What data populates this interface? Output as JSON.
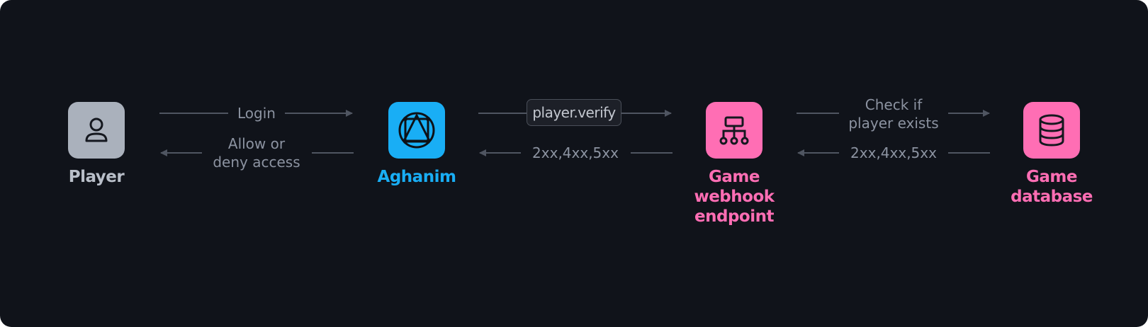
{
  "nodes": {
    "player": {
      "label": "Player",
      "icon": "person-icon",
      "color": "#aab1bc",
      "label_color": "#b9bfc9"
    },
    "aghanim": {
      "label": "Aghanim",
      "icon": "aghanim-logo-icon",
      "color": "#19aef5",
      "label_color": "#19aef5"
    },
    "webhook": {
      "label_lines": [
        "Game",
        "webhook",
        "endpoint"
      ],
      "icon": "sitemap-icon",
      "color": "#ff6eb4",
      "label_color": "#ff6eb4"
    },
    "database": {
      "label_lines": [
        "Game",
        "database"
      ],
      "icon": "database-icon",
      "color": "#ff6eb4",
      "label_color": "#ff6eb4"
    }
  },
  "edges": {
    "login": {
      "lines": [
        "Login"
      ]
    },
    "allow_deny": {
      "lines": [
        "Allow or",
        "deny access"
      ]
    },
    "player_verify": {
      "lines": [
        "player.verify"
      ]
    },
    "status_codes_1": {
      "lines": [
        "2xx,4xx,5xx"
      ]
    },
    "check_player": {
      "lines": [
        "Check if",
        "player exists"
      ]
    },
    "status_codes_2": {
      "lines": [
        "2xx,4xx,5xx"
      ]
    }
  },
  "colors": {
    "background": "#10131a",
    "edge": "#4f5561",
    "edge_text": "#8c93a1"
  }
}
